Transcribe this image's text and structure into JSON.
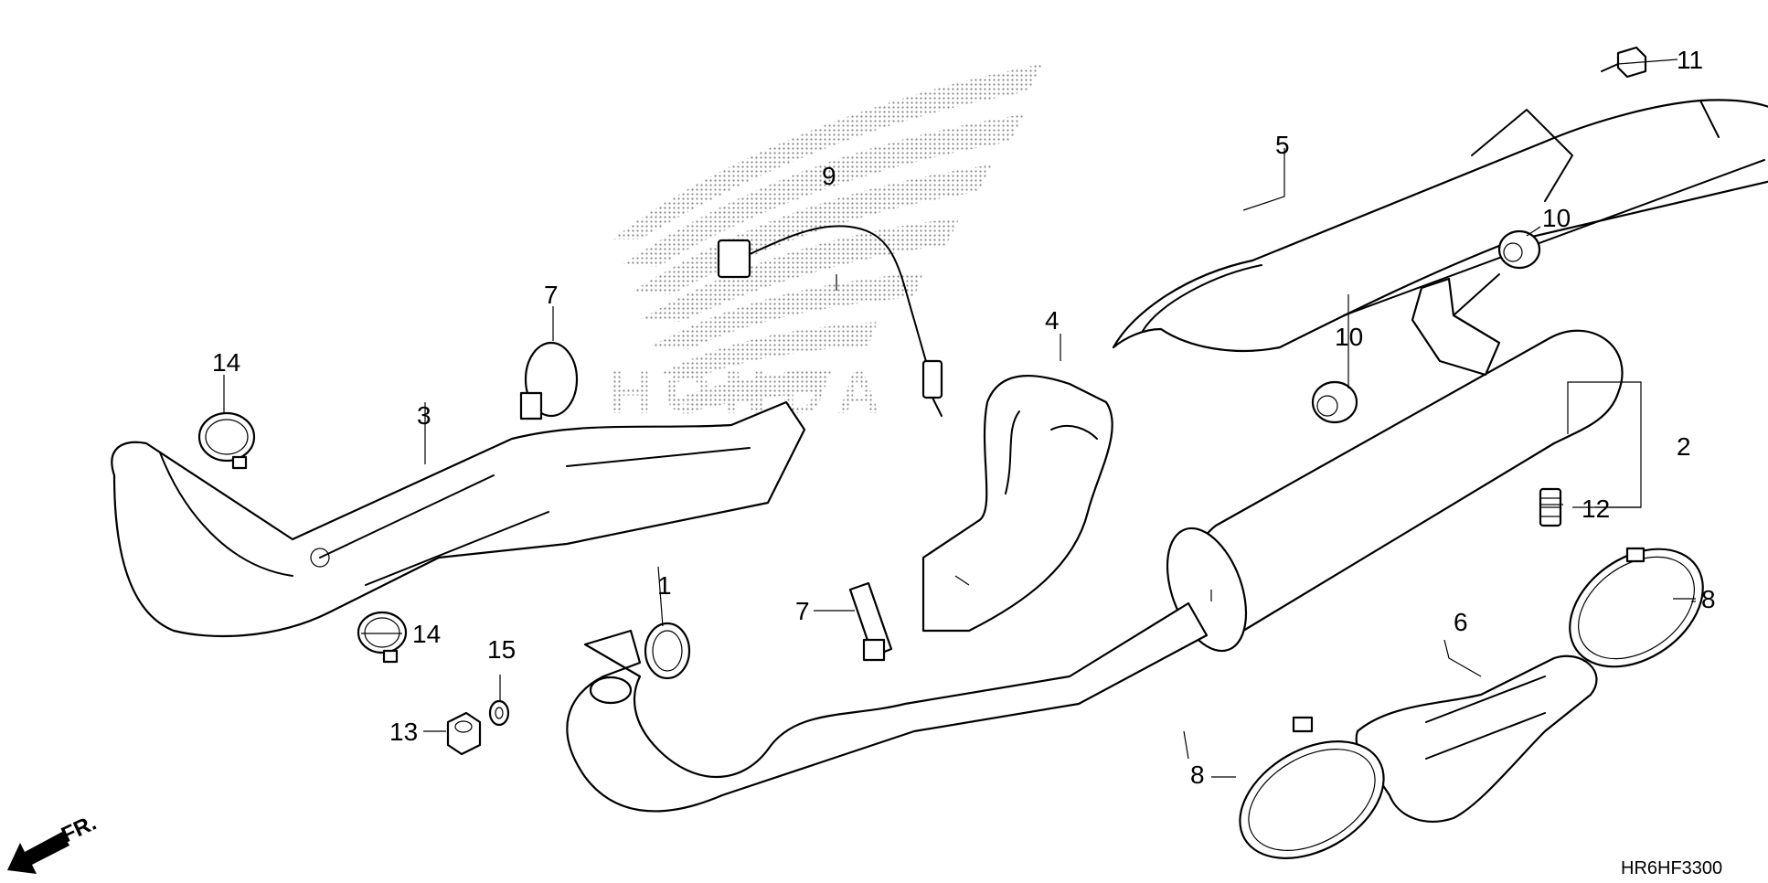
{
  "watermark": {
    "brand": "HONDA"
  },
  "diagram_code": "HR6HF3300",
  "direction_label": "FR.",
  "callouts": {
    "c1": "1",
    "c2": "2",
    "c3": "3",
    "c4": "4",
    "c5": "5",
    "c6": "6",
    "c7a": "7",
    "c7b": "7",
    "c8a": "8",
    "c8b": "8",
    "c9": "9",
    "c10a": "10",
    "c10b": "10",
    "c11": "11",
    "c12": "12",
    "c13": "13",
    "c14a": "14",
    "c14b": "14",
    "c15": "15"
  }
}
